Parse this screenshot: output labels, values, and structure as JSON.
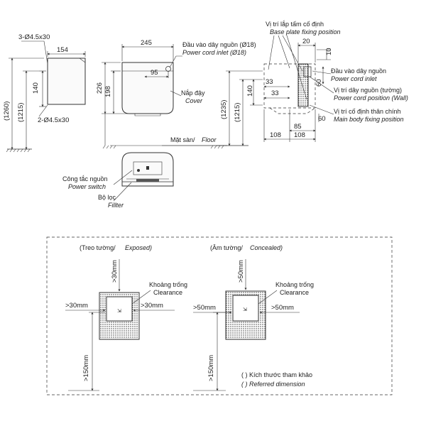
{
  "dims": {
    "d3holes": "3-Ø4.5x30",
    "d154": "154",
    "d140a": "140",
    "d1260": "(1260)",
    "d1215a": "(1215)",
    "d2holes": "2-Ø4.5x30",
    "d245": "245",
    "d95": "95",
    "d226": "226",
    "d198": "198",
    "d1235": "(1235)",
    "d1215b": "(1215)",
    "d140b": "140",
    "d33a": "33",
    "d33b": "33",
    "d20": "20",
    "d10": "10",
    "d60a": "60",
    "d60b": "60",
    "d85": "85",
    "d108a": "108",
    "d108b": "108"
  },
  "labels": {
    "power_inlet_vi": "Đầu vào dây nguồn (Ø18)",
    "power_inlet_en": "Power cord inlet (Ø18)",
    "cover_vi": "Nắp đậy",
    "cover_en": "Cover",
    "floor_vi": "Mặt sàn/",
    "floor_en": "Floor",
    "plate_vi": "Vị trí lắp tấm cố định",
    "plate_en": "Base plate fixing position",
    "inlet2_vi": "Đầu vào dây nguồn",
    "inlet2_en": "Power cord inlet",
    "cordpos_vi": "Vị trí dây nguồn (tường)",
    "cordpos_en": "Power cord position (Wall)",
    "mainfix_vi": "Vị trí cố định thân chính",
    "mainfix_en": "Main body fixing position",
    "switch_vi": "Công tắc nguồn",
    "switch_en": "Power switch",
    "filter_vi": "Bộ lọc",
    "filter_en": "Fillter"
  },
  "install": {
    "exposed_vi": "(Treo tường/ ",
    "exposed_en": "Exposed)",
    "concealed_vi": "(Âm tường/ ",
    "concealed_en": "Concealed)",
    "clear_vi": "Khoảng trống",
    "clear_en": "Clearance",
    "top_exp": ">30mm",
    "left_exp": ">30mm",
    "right_exp": ">30mm",
    "bottom_exp": ">150mm",
    "top_con": ">50mm",
    "left_con": ">50mm",
    "right_con": ">50mm",
    "bottom_con": ">150mm",
    "note_vi": "(  ) Kích thước tham khảo",
    "note_en": "(  ) Referred dimension"
  }
}
